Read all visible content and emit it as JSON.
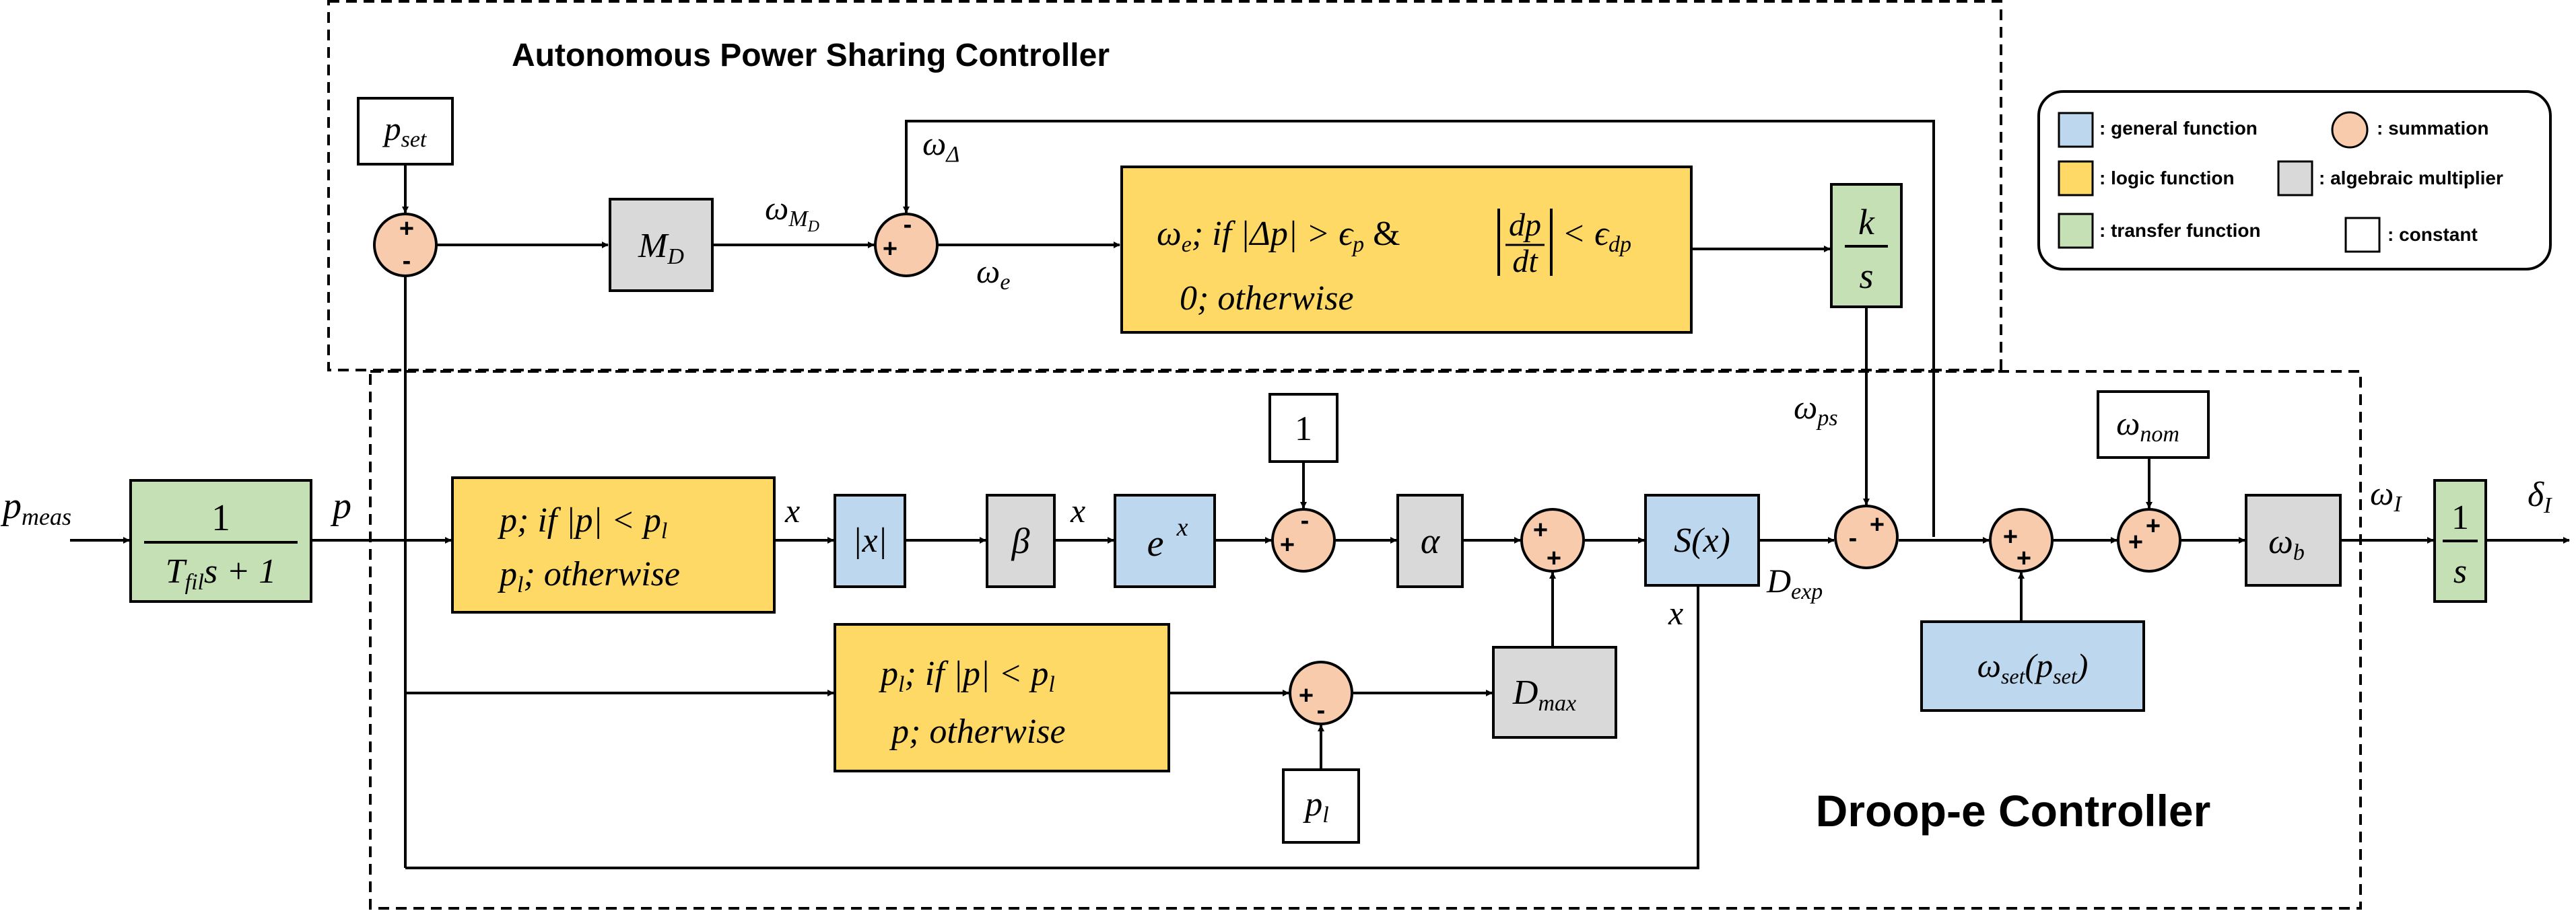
{
  "titles": {
    "autonomous": "Autonomous Power Sharing Controller",
    "droop": "Droop-e Controller"
  },
  "colors": {
    "general_function": "#bdd7ee",
    "summation": "#f8cbad",
    "logic_function": "#ffd966",
    "algebraic_multiplier": "#d9d9d9",
    "transfer_function": "#c5e0b4",
    "constant": "#ffffff"
  },
  "legend": {
    "general_function": ": general function",
    "summation": ": summation",
    "logic_function": ": logic function",
    "algebraic_multiplier": ": algebraic multiplier",
    "transfer_function": ": transfer function",
    "constant": ": constant"
  },
  "signals": {
    "p_meas": "p",
    "p_meas_sub": "meas",
    "p": "p",
    "omega_delta": "ω",
    "omega_delta_sub": "Δ",
    "omega_md": "ω",
    "omega_md_sub": "M",
    "omega_md_subsub": "D",
    "omega_e": "ω",
    "omega_e_sub": "e",
    "omega_ps": "ω",
    "omega_ps_sub": "ps",
    "x1": "x",
    "x2": "x",
    "x3": "x",
    "d_exp": "D",
    "d_exp_sub": "exp",
    "omega_i": "ω",
    "omega_i_sub": "I",
    "delta_i": "δ",
    "delta_i_sub": "I"
  },
  "blocks": {
    "filter_num": "1",
    "filter_den_a": "T",
    "filter_den_sub": "fil",
    "filter_den_b": "s + 1",
    "p_set": "p",
    "p_set_sub": "set",
    "md": "M",
    "md_sub": "D",
    "logic_top_line1_a": "ω",
    "logic_top_line1_sub": "e",
    "logic_top_line1_b": ";  if |Δp| > ϵ",
    "logic_top_line1_sub2": "p",
    "logic_top_line1_c": " &",
    "logic_top_dp": "dp",
    "logic_top_dt": "dt",
    "logic_top_lt": "< ϵ",
    "logic_top_lt_sub": "dp",
    "logic_top_line2": "0; otherwise",
    "integrator_num": "k",
    "integrator_den": "s",
    "limit1_line1_a": "p;  if |p| < p",
    "limit1_line1_sub": "l",
    "limit1_line2_a": "p",
    "limit1_line2_sub": "l",
    "limit1_line2_b": "; otherwise",
    "abs": "|x|",
    "beta": "β",
    "exp_base": "e",
    "exp_sup": "x",
    "const_one": "1",
    "alpha": "α",
    "s_of_x": "S(x)",
    "limit2_line1_a": "p",
    "limit2_line1_sub": "l",
    "limit2_line1_b": ";  if |p| < p",
    "limit2_line1_sub2": "l",
    "limit2_line2": "p; otherwise",
    "dmax": "D",
    "dmax_sub": "max",
    "pl_const": "p",
    "pl_const_sub": "l",
    "omega_nom": "ω",
    "omega_nom_sub": "nom",
    "omega_set_a": "ω",
    "omega_set_sub": "set",
    "omega_set_b": "(p",
    "omega_set_sub2": "set",
    "omega_set_c": ")",
    "omega_b": "ω",
    "omega_b_sub": "b",
    "final_num": "1",
    "final_den": "s"
  },
  "signs": {
    "sum1_top": "+",
    "sum1_bottom": "-",
    "sum2_top": "-",
    "sum2_left": "+",
    "sum3_top": "-",
    "sum3_left": "+",
    "sum4_left": "+",
    "sum4_bottom": "+",
    "sum5_left": "+",
    "sum5_bottom": "-",
    "sum6_left": "-",
    "sum6_top": "+",
    "sum7_left": "+",
    "sum7_bottom": "+",
    "sum8_left": "+",
    "sum8_top": "+"
  }
}
